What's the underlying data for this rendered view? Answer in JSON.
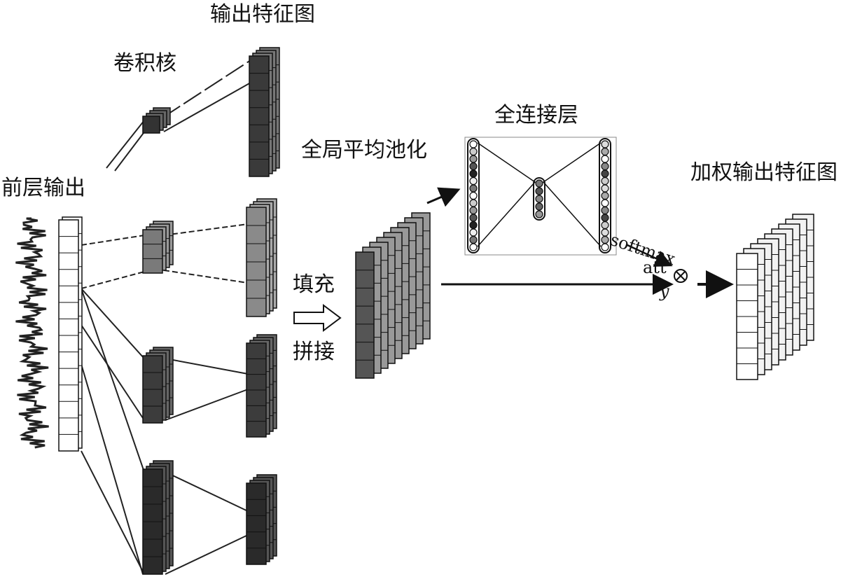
{
  "labels": {
    "output_feature_map": "输出特征图",
    "conv_kernel": "卷积核",
    "prev_layer_output": "前层输出",
    "global_avg_pool": "全局平均池化",
    "fully_connected": "全连接层",
    "weighted_output": "加权输出特征图",
    "padding": "填充",
    "concat": "拼接",
    "softmax": "softmax",
    "att": "att",
    "y": "y"
  }
}
